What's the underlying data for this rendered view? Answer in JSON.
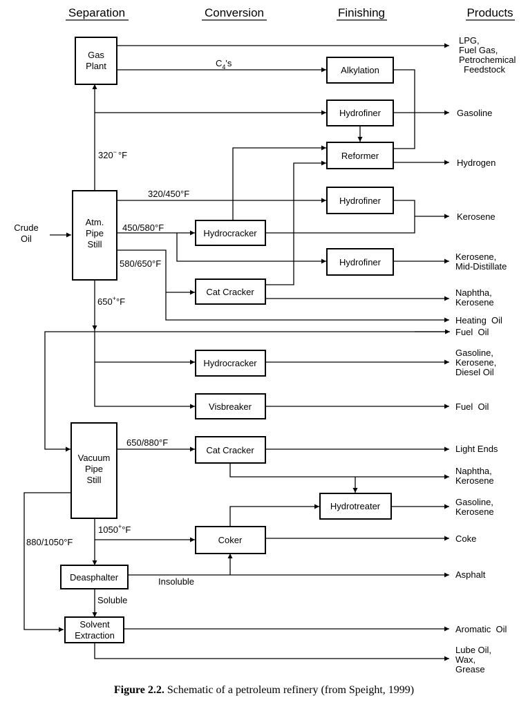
{
  "headers": {
    "separation": "Separation",
    "conversion": "Conversion",
    "finishing": "Finishing",
    "products": "Products"
  },
  "boxes": {
    "gas_plant": [
      "Gas",
      "Plant"
    ],
    "atm_pipe_still": [
      "Atm.",
      "Pipe",
      "Still"
    ],
    "vacuum_pipe_still": [
      "Vacuum",
      "Pipe",
      "Still"
    ],
    "deasphalter": [
      "Deasphalter"
    ],
    "solvent_extraction": [
      "Solvent",
      "Extraction"
    ],
    "hydrocracker_1": [
      "Hydrocracker"
    ],
    "cat_cracker_1": [
      "Cat Cracker"
    ],
    "hydrocracker_2": [
      "Hydrocracker"
    ],
    "visbreaker": [
      "Visbreaker"
    ],
    "cat_cracker_2": [
      "Cat Cracker"
    ],
    "coker": [
      "Coker"
    ],
    "alkylation": [
      "Alkylation"
    ],
    "hydrofiner_1": [
      "Hydrofiner"
    ],
    "reformer": [
      "Reformer"
    ],
    "hydrofiner_2": [
      "Hydrofiner"
    ],
    "hydrofiner_3": [
      "Hydrofiner"
    ],
    "hydrotreater": [
      "Hydrotreater"
    ]
  },
  "streams": {
    "crude_oil": [
      "Crude",
      "Oil"
    ],
    "c4s_base": "C",
    "c4s_sub": "4",
    "c4s_tail": "'s",
    "s320_minus": "320",
    "s320_sup": "−",
    "s320_unit": "°F",
    "s320_450": "320/450°F",
    "s450_580": "450/580°F",
    "s580_650": "580/650°F",
    "s650_plus": "650",
    "s650_sup": "+",
    "s650_unit": "°F",
    "s650_880": "650/880°F",
    "s1050_plus": "1050",
    "s1050_sup": "+",
    "s1050_unit": "°F",
    "s880_1050": "880/1050°F",
    "insoluble": "Insoluble",
    "soluble": "Soluble"
  },
  "products": {
    "lpg": [
      "LPG,",
      "Fuel Gas,",
      "Petrochemical",
      "Feedstock"
    ],
    "gasoline": [
      "Gasoline"
    ],
    "hydrogen": [
      "Hydrogen"
    ],
    "kerosene": [
      "Kerosene"
    ],
    "kerosene_mid": [
      "Kerosene,",
      "Mid-Distillate"
    ],
    "naphtha_kero_1": [
      "Naphtha,",
      "Kerosene"
    ],
    "heating_oil": [
      "Heating  Oil"
    ],
    "fuel_oil_1": [
      "Fuel  Oil"
    ],
    "gas_kero_diesel": [
      "Gasoline,",
      "Kerosene,",
      "Diesel Oil"
    ],
    "fuel_oil_2": [
      "Fuel  Oil"
    ],
    "light_ends": [
      "Light Ends"
    ],
    "naphtha_kero_2": [
      "Naphtha,",
      "Kerosene"
    ],
    "gasoline_kero": [
      "Gasoline,",
      "Kerosene"
    ],
    "coke": [
      "Coke"
    ],
    "asphalt": [
      "Asphalt"
    ],
    "aromatic_oil": [
      "Aromatic  Oil"
    ],
    "lube": [
      "Lube Oil,",
      "Wax,",
      "Grease"
    ]
  },
  "caption": {
    "label": "Figure 2.2.",
    "text": " Schematic of a petroleum refinery (from Speight, 1999)"
  }
}
